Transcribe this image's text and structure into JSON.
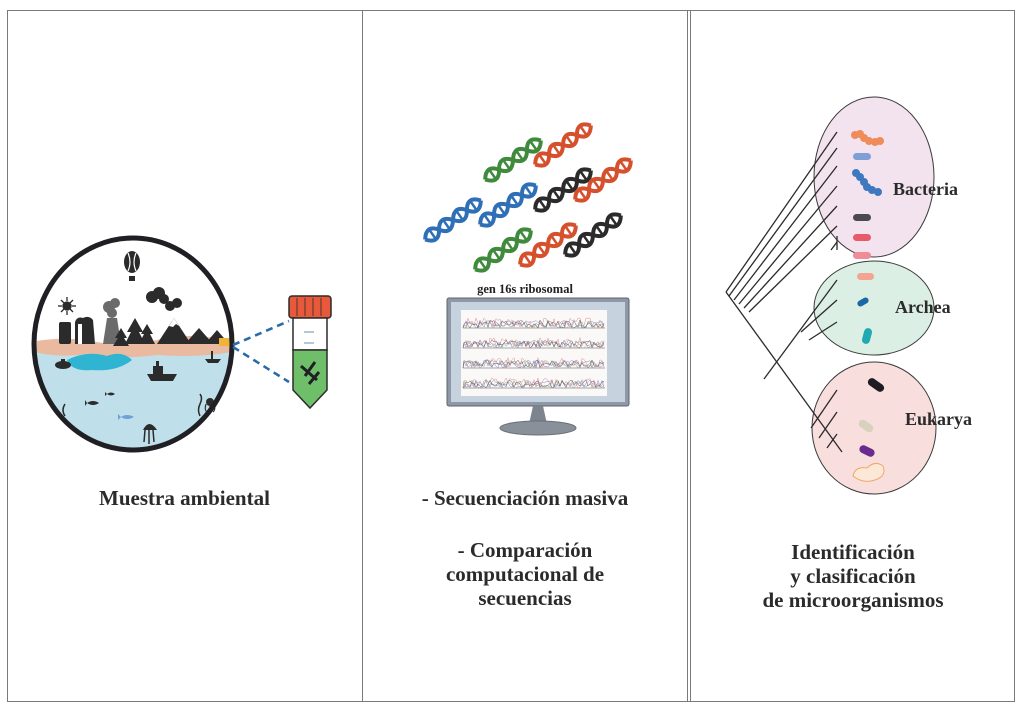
{
  "figure": {
    "panels": [
      {
        "id": "environmental-sample",
        "caption": "Muestra ambiental",
        "illustration": {
          "scene_icons": [
            "sun-icon",
            "hot-air-balloon-icon",
            "volcano-smoke-icon",
            "city-buildings-icon",
            "pine-trees-icon",
            "clouds-icon",
            "mountains-icon",
            "submarine-icon",
            "ship-icon",
            "boat-icon",
            "fish-icon",
            "jellyfish-icon",
            "octopus-icon",
            "seaweed-icon"
          ],
          "sample_tube": "sample-tube-icon"
        }
      },
      {
        "id": "sequencing",
        "dna_label": "gen 16s ribosomal",
        "dna_helix_colors": [
          "#2f6fb6",
          "#3f8a3c",
          "#d5502c",
          "#2b2b2b"
        ],
        "captions": {
          "line1": "- Secuenciación  masiva",
          "line2": [
            "- Comparación",
            "computacional de",
            "secuencias"
          ]
        }
      },
      {
        "id": "classification",
        "groups": [
          {
            "name": "Bacteria",
            "fill": "#f3e3ef",
            "organism_colors": [
              "#f08b5a",
              "#7fa0d6",
              "#3e78bf",
              "#4a4a50",
              "#e85a6a",
              "#ef8c96"
            ]
          },
          {
            "name": "Archea",
            "fill": "#dcefe4",
            "organism_colors": [
              "#f4a591",
              "#1a68a8",
              "#1fa9b0"
            ]
          },
          {
            "name": "Eukarya",
            "fill": "#f9dede",
            "organism_colors": [
              "#1c1c22",
              "#d6d2bd",
              "#6a2b8e",
              "#f0a868"
            ]
          }
        ],
        "caption_lines": [
          "Identificación",
          "y clasificación",
          "de microorganismos"
        ]
      }
    ]
  }
}
